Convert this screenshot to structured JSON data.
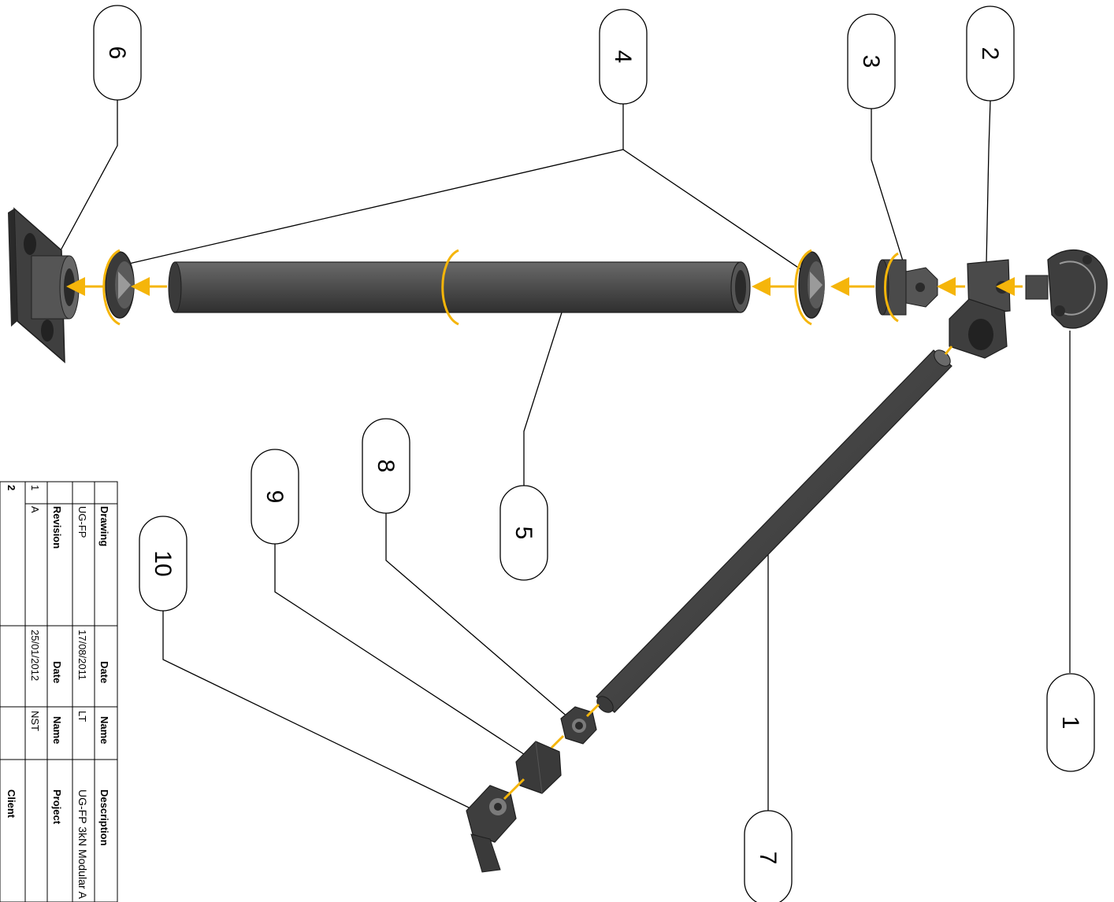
{
  "callouts": [
    {
      "id": "1",
      "label": "1"
    },
    {
      "id": "2",
      "label": "2"
    },
    {
      "id": "3",
      "label": "3"
    },
    {
      "id": "4",
      "label": "4"
    },
    {
      "id": "5",
      "label": "5"
    },
    {
      "id": "6",
      "label": "6"
    },
    {
      "id": "7",
      "label": "7"
    },
    {
      "id": "8",
      "label": "8"
    },
    {
      "id": "9",
      "label": "9"
    },
    {
      "id": "10",
      "label": "10"
    }
  ],
  "title_block": {
    "drawing_header": "Drawing",
    "drawing_value": "UG-FP",
    "date_header": "Date",
    "date_value": "17/08/2011",
    "name_header": "Name",
    "name_value": "LT",
    "description_header": "Description",
    "description_value": "UG-FP 3kN Modular A",
    "revision_header": "Revision",
    "rev_date_header": "Date",
    "rev_name_header": "Name",
    "project_header": "Project",
    "rev1_no": "1",
    "rev1_letter": "A",
    "rev1_date": "25/01/2012",
    "rev1_name": "NST",
    "rev2_no": "2",
    "client_header": "Client"
  },
  "colors": {
    "part": "#4a4a4a",
    "part_dark": "#2e2e2e",
    "arrow": "#f5b50a",
    "line": "#000000"
  }
}
